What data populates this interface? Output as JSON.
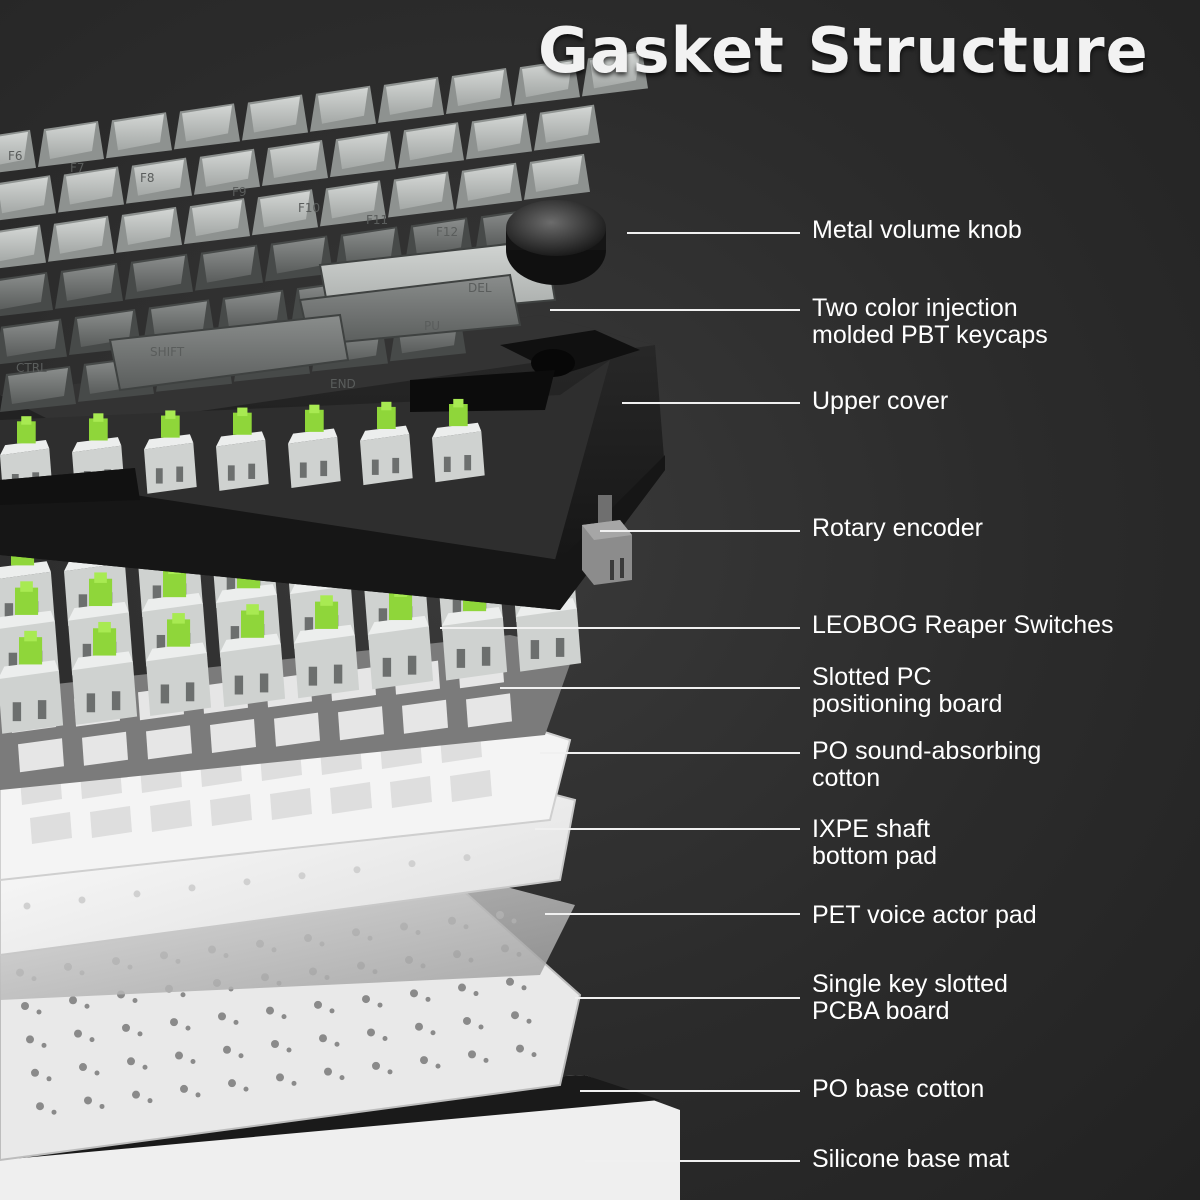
{
  "title": "Gasket Structure",
  "keycap_legends": [
    "F6",
    "F7",
    "F8",
    "F9",
    "F10",
    "F11",
    "F12",
    "DEL",
    "PU",
    "CTRL",
    "SHIFT",
    "END"
  ],
  "components": [
    {
      "id": "knob",
      "lines": [
        "Metal volume knob"
      ]
    },
    {
      "id": "keycaps",
      "lines": [
        "Two color injection",
        "molded PBT keycaps"
      ]
    },
    {
      "id": "upper-cover",
      "lines": [
        "Upper cover"
      ]
    },
    {
      "id": "encoder",
      "lines": [
        "Rotary encoder"
      ]
    },
    {
      "id": "switches",
      "lines": [
        "LEOBOG Reaper Switches"
      ]
    },
    {
      "id": "pc-board",
      "lines": [
        "Slotted PC",
        "positioning board"
      ]
    },
    {
      "id": "po-cotton",
      "lines": [
        "PO sound-absorbing",
        "cotton"
      ]
    },
    {
      "id": "ixpe",
      "lines": [
        "IXPE shaft",
        "bottom pad"
      ]
    },
    {
      "id": "pet",
      "lines": [
        "PET voice actor pad"
      ]
    },
    {
      "id": "pcba",
      "lines": [
        "Single key slotted",
        "PCBA board"
      ]
    },
    {
      "id": "base-cotton",
      "lines": [
        "PO base cotton"
      ]
    },
    {
      "id": "silicone",
      "lines": [
        "Silicone base mat"
      ]
    }
  ],
  "colors": {
    "background": "#2b2b2b",
    "keycap_light": "#b9bdbb",
    "keycap_dark": "#6d706f",
    "case": "#1c1c1c",
    "switch_stem": "#8fd63a",
    "plate": "#7d7d7d",
    "foam": "#f2f2f2"
  }
}
